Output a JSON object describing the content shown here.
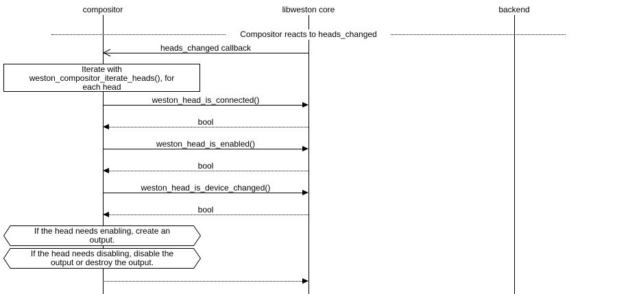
{
  "lifelines": [
    {
      "name": "compositor"
    },
    {
      "name": "libweston core"
    },
    {
      "name": "backend"
    }
  ],
  "divider": {
    "label": "Compositor reacts to heads_changed"
  },
  "messages": {
    "heads_changed": {
      "label": "heads_changed callback"
    },
    "is_connected": {
      "label": "weston_head_is_connected()"
    },
    "bool_1": {
      "label": "bool"
    },
    "is_enabled": {
      "label": "weston_head_is_enabled()"
    },
    "bool_2": {
      "label": "bool"
    },
    "is_device_changed": {
      "label": "weston_head_is_device_changed()"
    },
    "bool_3": {
      "label": "bool"
    }
  },
  "notes": {
    "iterate": {
      "text": "Iterate with\nweston_compositor_iterate_heads(), for\neach head"
    },
    "enabling": {
      "text": "If the head needs enabling, create an\noutput."
    },
    "disabling": {
      "text": "If the head needs disabling, disable the\noutput or destroy the output."
    }
  }
}
